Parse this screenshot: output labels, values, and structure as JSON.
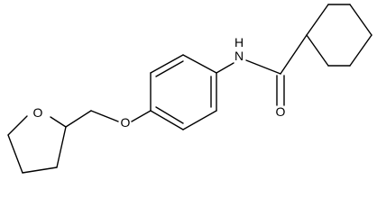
{
  "atom_labels": {
    "n": "N",
    "h": "H",
    "o_carbonyl": "O",
    "o_ether": "O",
    "o_ring": "O"
  }
}
